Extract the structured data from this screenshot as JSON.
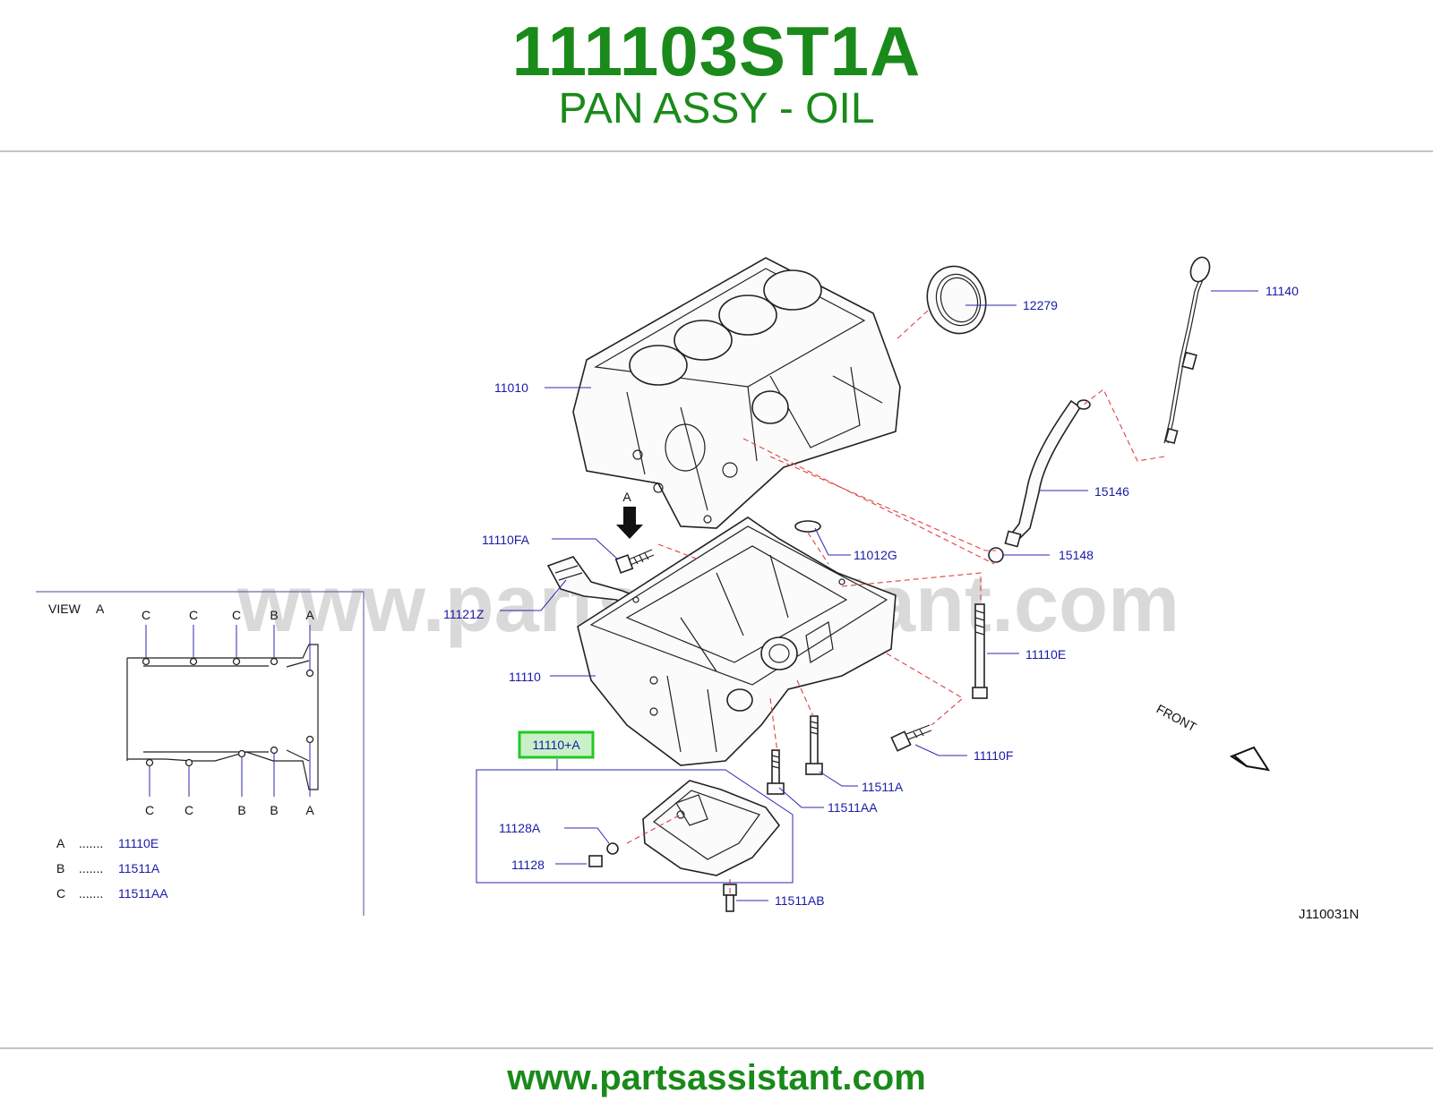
{
  "header": {
    "part_number": "111103ST1A",
    "part_name": "PAN ASSY - OIL",
    "title_color": "#1a8a1a"
  },
  "footer": {
    "url": "www.partsassistant.com"
  },
  "watermark": "www.partsassistant.com",
  "diagram_code": "J110031N",
  "front_label": "FRONT",
  "arrow_label_a": "A",
  "highlight": {
    "label": "11110+A",
    "color": "#22c922"
  },
  "callouts": {
    "c11010": "11010",
    "c12279": "12279",
    "c11140": "11140",
    "c15146": "15146",
    "c15148": "15148",
    "c11110FA": "11110FA",
    "c11012G": "11012G",
    "c11121Z": "11121Z",
    "c11110": "11110",
    "c11110E": "11110E",
    "c11110F": "11110F",
    "c11511A": "11511A",
    "c11511AA": "11511AA",
    "c11128A": "11128A",
    "c11128": "11128",
    "c11511AB": "11511AB"
  },
  "view_a": {
    "title": "VIEW",
    "letter": "A",
    "top_letters": [
      "C",
      "C",
      "C",
      "B",
      "A"
    ],
    "bottom_letters": [
      "C",
      "C",
      "B",
      "B",
      "A"
    ],
    "legend": [
      {
        "key": "A",
        "dots": ".......",
        "part": "11110E"
      },
      {
        "key": "B",
        "dots": ".......",
        "part": "11511A"
      },
      {
        "key": "C",
        "dots": ".......",
        "part": "11511AA"
      }
    ]
  }
}
